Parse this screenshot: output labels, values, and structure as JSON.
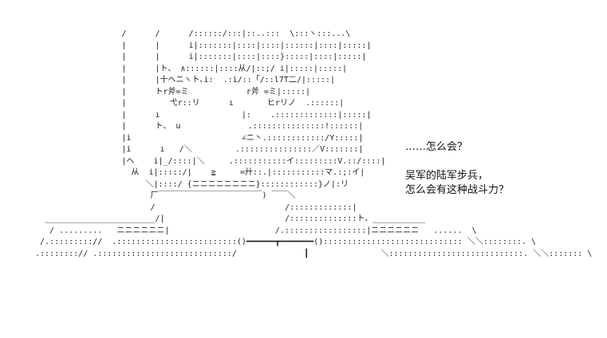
{
  "dialogue": {
    "line1": "……怎么会？",
    "line2": "吴军的陆军步兵，",
    "line3": "怎么会有这种战斗力？"
  },
  "art": {
    "text": "                  /      /      /::::::/:::|::..:::  \\:::ヽ:::...\\\n                  |      |      i|:::::::|::::|::::|::::::|::::|:::::|\n                  |      |      i|:::::::|::::|::::}:::::|::::|:::::|\n                  |      |ト、 ∧::::::|::::从/|::;/ i|:::::|:::::|\n                  |      |十ヘニヽト､i:  .:i/::「/::l7T二/|:::::|\n                  |      トr斧=ミ            r斧 =ミ|:::::|\n                  |         弋r::リ      ı       ヒrリノ  .::::::|\n                  |      ı                 |:    .:::::::::::::|:::::|\n                  |      ト、 u              .:::::::::::::::!::::::|\n                  |i                       ∠ニ丶.::::::::::::/Y:::::|\n                  |i      ı   /＼         .:::::::::::::::／V:::::::|\n                  |ヘ    i|_/::::|＼     .:::::::::::イ:::::::::V.::/::::|\n                    从  i|:::::/|    ≧     =廾::.|:::::::::::マ.:;:イ|\n                       ＼|::::/ {ニニニニニニニニ}::::::::::::}ノ|:リ\n                        厂￣￣￣￣￣￣￣￣￣￣￣￣￣) ￣￣＼\n                        /                           /:::::::::::::|\n  _______________________/|                         /::::::::::::::ト、___________\n   / .........   ニニニニニニ|                      /.:::::::::::::::::|ニニニニニニ   ......  \\\n /.::::::::://  .:::::::::::::::::::::::::()━━━━━━┳━━━━━━━()::::::::::::::::::::::::::::: ＼＼::::::::. \\\n.::::::::// .::::::::::::::::::::::::::::/              ┃               ＼::::::::::::::::::::::::::::. ＼＼::::::: \\"
  }
}
